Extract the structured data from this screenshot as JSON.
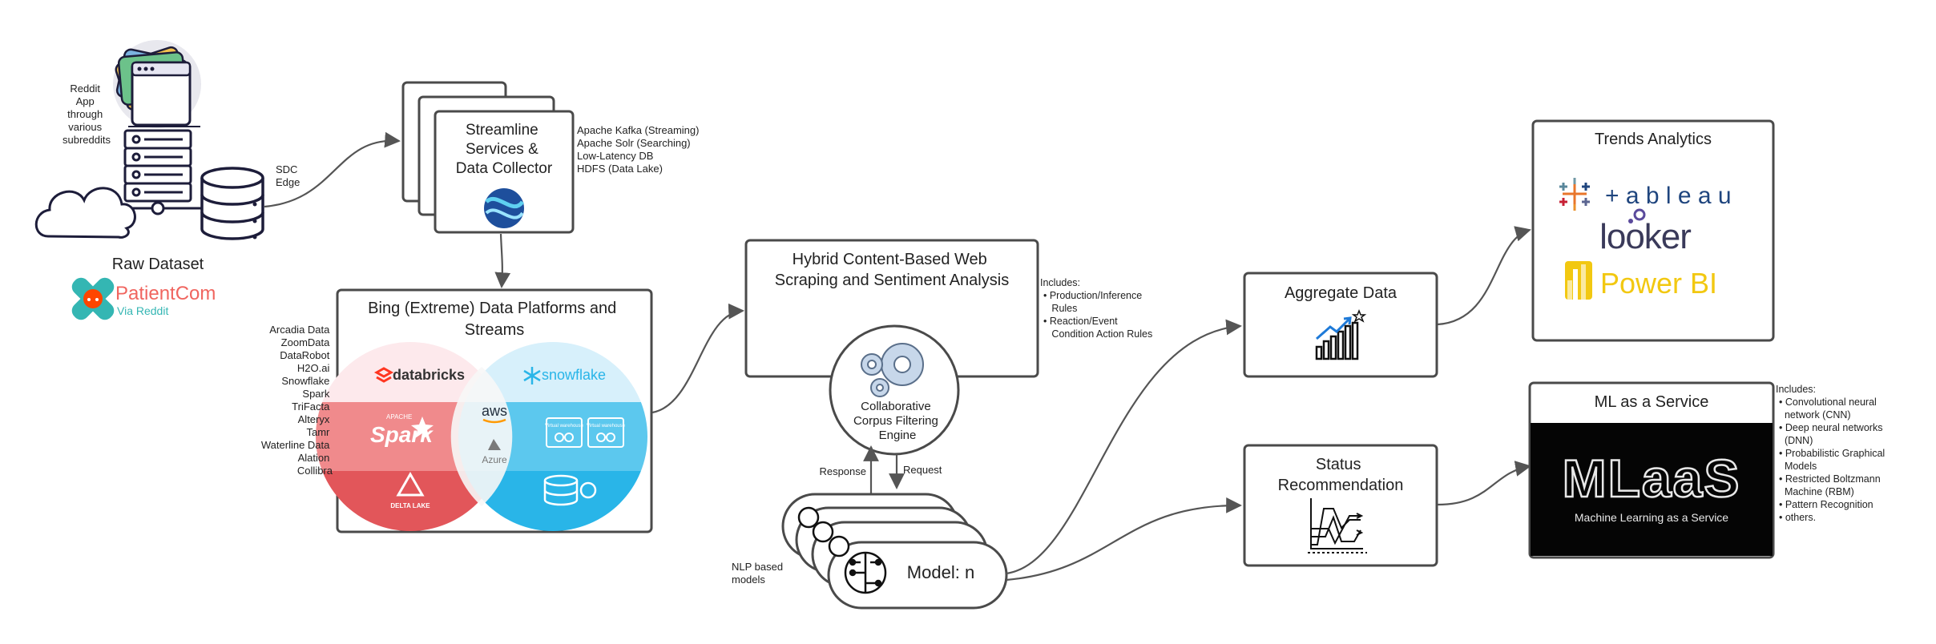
{
  "source": {
    "reddit_label": [
      "Reddit",
      "App",
      "through",
      "various",
      "subreddits"
    ],
    "sdc_label": [
      "SDC",
      "Edge"
    ],
    "raw_dataset": "Raw Dataset",
    "patientcom": "PatientCom",
    "via_reddit": "Via Reddit"
  },
  "streamline": {
    "title": [
      "Streamline",
      "Services &",
      "Data Collector"
    ],
    "notes": [
      "Apache Kafka (Streaming)",
      "Apache Solr (Searching)",
      "Low-Latency DB",
      "HDFS (Data Lake)"
    ]
  },
  "bing": {
    "title": [
      "Bing (Extreme) Data Platforms and",
      "Streams"
    ],
    "vendors": [
      "Arcadia Data",
      "ZoomData",
      "DataRobot",
      "H2O.ai",
      "Snowflake",
      "Spark",
      "TriFacta",
      "Alteryx",
      "Tamr",
      "Waterline Data",
      "Alation",
      "Collibra"
    ],
    "logos": {
      "databricks": "databricks",
      "spark": "Spark",
      "spark_small": "APACHE",
      "delta": "DELTA LAKE",
      "aws": "aws",
      "azure": "Azure",
      "snowflake": "snowflake",
      "vw1": "Virtual warehouse",
      "vw2": "Virtual warehouse"
    }
  },
  "hybrid": {
    "title": [
      "Hybrid Content-Based  Web",
      "Scraping and Sentiment Analysis"
    ],
    "includes": [
      "Includes:",
      "• Production/Inference",
      "   Rules",
      "• Reaction/Event",
      "   Condition Action Rules"
    ],
    "engine": [
      "Collaborative",
      "Corpus Filtering",
      "Engine"
    ],
    "response": "Response",
    "request": "Request"
  },
  "models": {
    "label": "Model: n",
    "nlp": [
      "NLP based",
      "models"
    ]
  },
  "aggregate": {
    "title": "Aggregate Data"
  },
  "status": {
    "title": [
      "Status",
      "Recommendation"
    ]
  },
  "trends": {
    "title": "Trends Analytics",
    "tableau": "+ a b l e a u",
    "looker": "looker",
    "powerbi": "Power BI"
  },
  "mlaas": {
    "title": "ML as a Service",
    "logo": "MLaaS",
    "tagline": "Machine Learning as a Service",
    "includes": [
      "Includes:",
      "• Convolutional neural",
      "  network (CNN)",
      "• Deep neural networks",
      "  (DNN)",
      "• Probabilistic Graphical",
      "  Models",
      "• Restricted Boltzmann",
      "  Machine (RBM)",
      "• Pattern Recognition",
      "• others."
    ]
  },
  "colors": {
    "box_stroke": "#4a4a4a",
    "databricks_red": "#ff3621",
    "spark_pink": "#f08a8c",
    "delta_red": "#e2565a",
    "snowflake_blue": "#29b5e8",
    "snowflake_light": "#d7f0fb",
    "powerbi_yellow": "#f2c811",
    "looker_purple": "#5a4a9c",
    "patientcom_teal": "#34b6b3",
    "patientcom_red": "#f0655f"
  }
}
